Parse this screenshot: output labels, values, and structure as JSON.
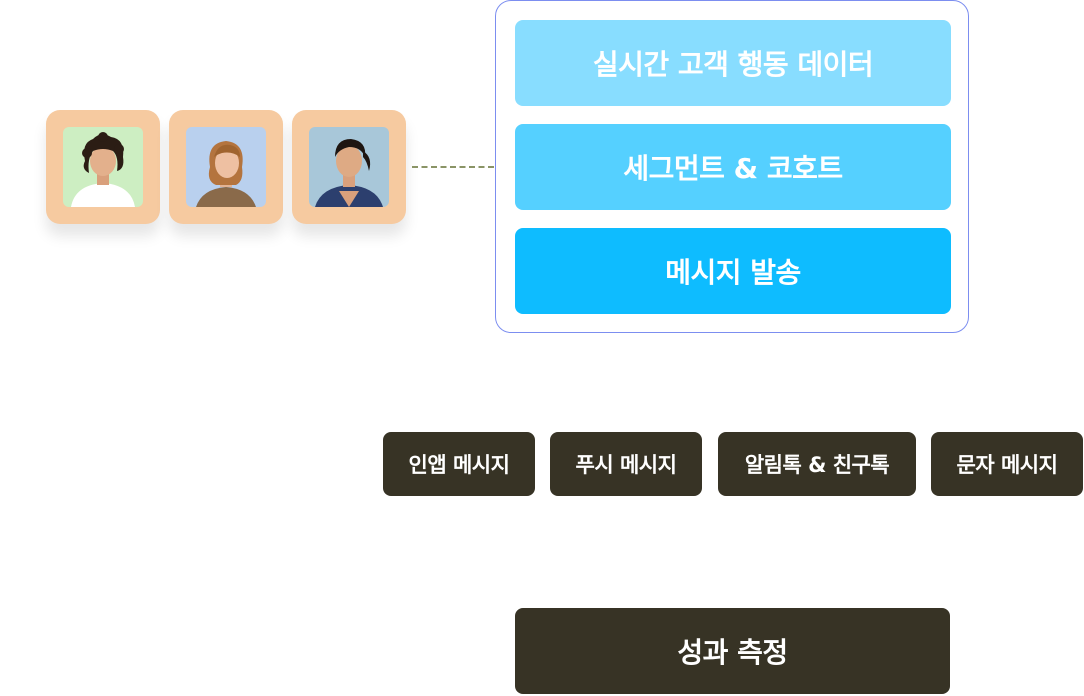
{
  "avatars": [
    {
      "icon": "person-curly-hair-avatar",
      "bg": "#cdeec2"
    },
    {
      "icon": "person-woman-avatar",
      "bg": "#b9d0ee"
    },
    {
      "icon": "person-man-avatar",
      "bg": "#a8c7d9"
    }
  ],
  "flow": {
    "steps": [
      {
        "label": "실시간 고객 행동 데이터",
        "color": "#88ddff"
      },
      {
        "label": "세그먼트 & 코호트",
        "color": "#55d0ff"
      },
      {
        "label": "메시지 발송",
        "color": "#0ebcff"
      }
    ]
  },
  "channels": [
    {
      "label": "인앱 메시지"
    },
    {
      "label": "푸시 메시지"
    },
    {
      "label": "알림톡 & 친구톡"
    },
    {
      "label": "문자 메시지"
    }
  ],
  "result": {
    "label": "성과 측정"
  },
  "colors": {
    "avatar_frame": "#f6caa0",
    "dark": "#373325",
    "panel_border": "#7c8ef0",
    "connector": "#8a9466"
  }
}
